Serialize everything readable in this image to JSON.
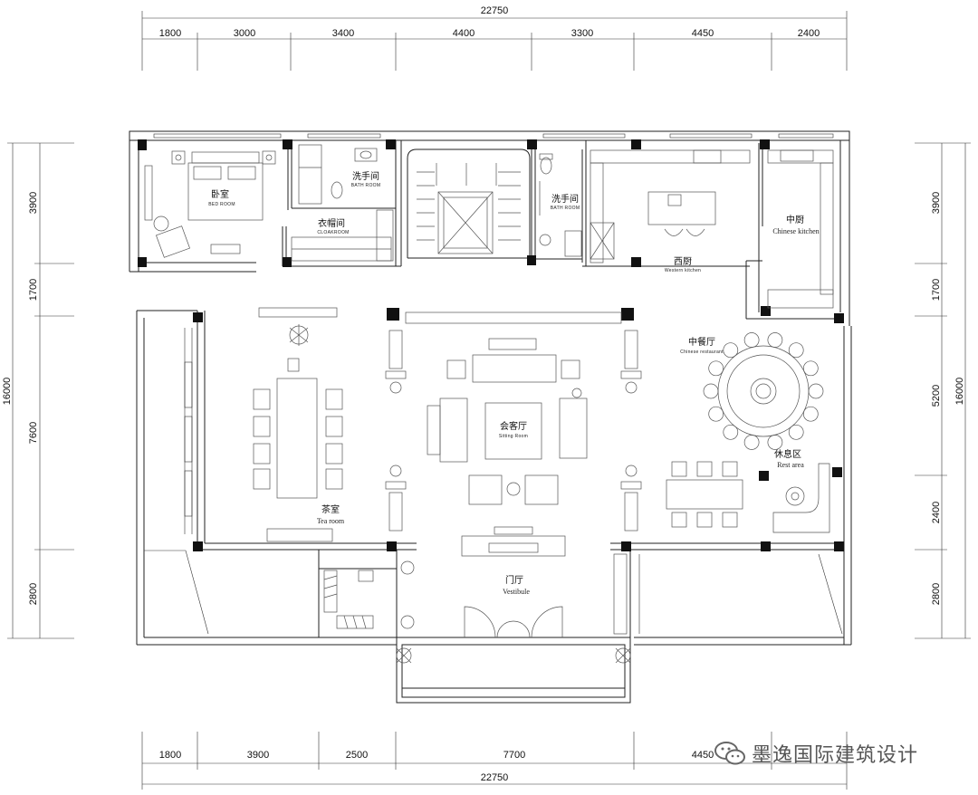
{
  "dimensions": {
    "top_total": "22750",
    "top_segments": [
      "1800",
      "3000",
      "3400",
      "4400",
      "3300",
      "4450",
      "2400"
    ],
    "bottom_total": "22750",
    "bottom_segments": [
      "1800",
      "3900",
      "2500",
      "7700",
      "4450"
    ],
    "left_total": "16000",
    "left_segments": [
      "3900",
      "1700",
      "7600",
      "2800"
    ],
    "right_total": "16000",
    "right_segments": [
      "3900",
      "1700",
      "5200",
      "2400",
      "2800"
    ]
  },
  "rooms": {
    "bedroom": {
      "cn": "卧室",
      "en": "BED ROOM"
    },
    "bath1": {
      "cn": "洗手间",
      "en": "BATH ROOM"
    },
    "cloakroom": {
      "cn": "衣帽间",
      "en": "CLOAKROOM"
    },
    "bath2": {
      "cn": "洗手间",
      "en": "BATH ROOM"
    },
    "western_kitchen": {
      "cn": "西厨",
      "en": "Western kitchen"
    },
    "chinese_kitchen": {
      "cn": "中厨",
      "en": "Chinese kitchen"
    },
    "chinese_restaurant": {
      "cn": "中餐厅",
      "en": "Chinese restaurant"
    },
    "sitting_room": {
      "cn": "会客厅",
      "en": "Sitting Room"
    },
    "tea_room": {
      "cn": "茶室",
      "en": "Tea room"
    },
    "rest_area": {
      "cn": "休息区",
      "en": "Rest area"
    },
    "vestibule": {
      "cn": "门厅",
      "en": "Vestibule"
    }
  },
  "watermark": {
    "text": "墨逸国际建筑设计",
    "icon": "wechat-icon"
  }
}
